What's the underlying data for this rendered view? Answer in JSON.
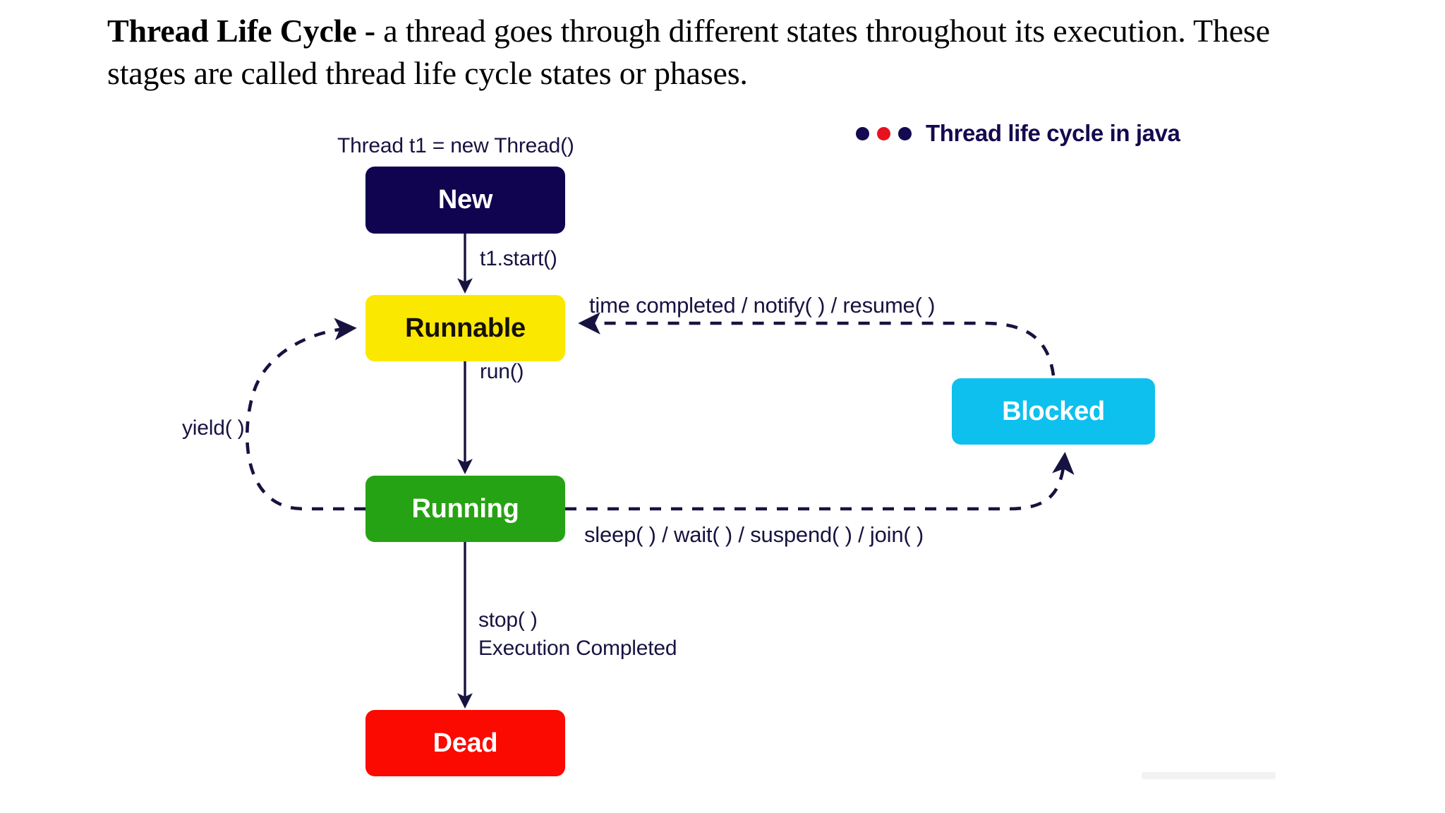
{
  "heading": {
    "lead": "Thread Life Cycle - ",
    "body": "a thread goes through different states throughout its execution. These stages are called thread life cycle states or phases."
  },
  "diagram": {
    "title": "Thread life cycle in java",
    "title_dots": [
      "navy",
      "red",
      "navy"
    ],
    "colors": {
      "navy": "#10034f",
      "title_navy": "#140a4f",
      "red_dot": "#e7121f",
      "yellow": "#fae800",
      "green": "#26a314",
      "cyan": "#0ec0ed",
      "red": "#fa0a00",
      "edge": "#171340",
      "background": "#ffffff"
    },
    "nodes": [
      {
        "id": "new",
        "label": "New",
        "fill": "#10034f",
        "text": "#ffffff"
      },
      {
        "id": "runnable",
        "label": "Runnable",
        "fill": "#fae800",
        "text": "#16110b"
      },
      {
        "id": "running",
        "label": "Running",
        "fill": "#26a314",
        "text": "#ffffff"
      },
      {
        "id": "blocked",
        "label": "Blocked",
        "fill": "#0ec0ed",
        "text": "#ffffff"
      },
      {
        "id": "dead",
        "label": "Dead",
        "fill": "#fa0a00",
        "text": "#ffffff"
      }
    ],
    "edges": [
      {
        "id": "construct",
        "from": "",
        "to": "new",
        "label": "Thread t1 = new Thread()",
        "style": "solid"
      },
      {
        "id": "start",
        "from": "new",
        "to": "runnable",
        "label": "t1.start()",
        "style": "solid"
      },
      {
        "id": "run",
        "from": "runnable",
        "to": "running",
        "label": "run()",
        "style": "solid"
      },
      {
        "id": "yield",
        "from": "running",
        "to": "runnable",
        "label": "yield( )",
        "style": "dashed"
      },
      {
        "id": "block",
        "from": "running",
        "to": "blocked",
        "label": "sleep( ) / wait( ) / suspend( ) / join( )",
        "style": "dashed"
      },
      {
        "id": "resume",
        "from": "blocked",
        "to": "runnable",
        "label": "time completed / notify( ) / resume( )",
        "style": "dashed"
      },
      {
        "id": "stop",
        "from": "running",
        "to": "dead",
        "label": "stop( )",
        "style": "solid"
      },
      {
        "id": "stop2",
        "from": "running",
        "to": "dead",
        "label": "Execution Completed",
        "style": "solid"
      }
    ]
  }
}
